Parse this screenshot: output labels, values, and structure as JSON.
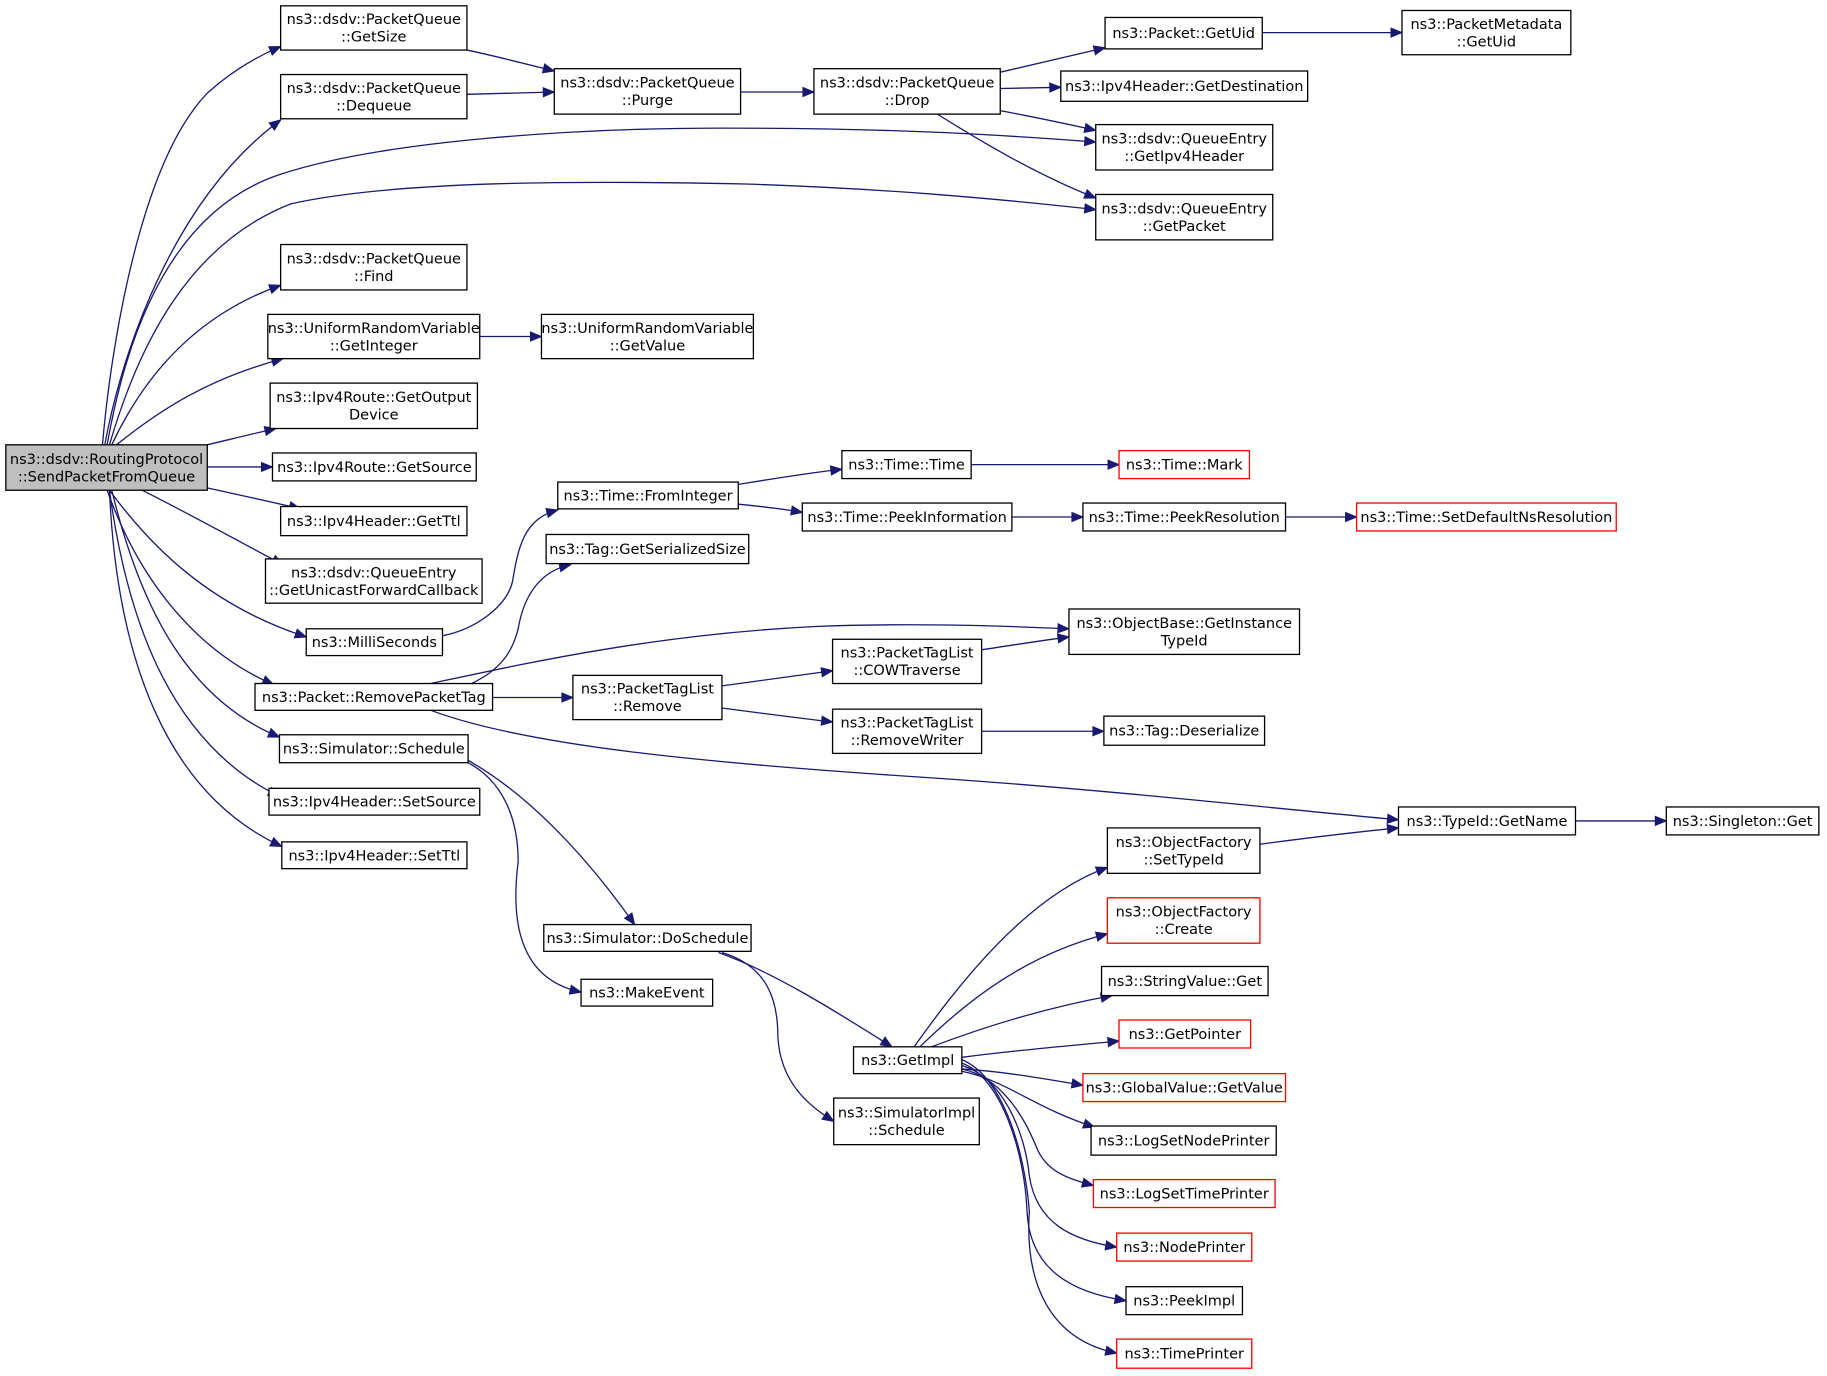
{
  "diagram": {
    "type": "doxygen-call-graph",
    "colors": {
      "edge": "#191970",
      "node_border": "#000000",
      "node_border_undocumented": "#ff0000",
      "root_fill": "#bfbfbf"
    },
    "nodes": [
      {
        "id": "root",
        "lines": [
          "ns3::dsdv::RoutingProtocol",
          "::SendPacketFromQueue"
        ],
        "kind": "root"
      },
      {
        "id": "pq-getsize",
        "lines": [
          "ns3::dsdv::PacketQueue",
          "::GetSize"
        ],
        "kind": "normal"
      },
      {
        "id": "pq-dequeue",
        "lines": [
          "ns3::dsdv::PacketQueue",
          "::Dequeue"
        ],
        "kind": "normal"
      },
      {
        "id": "pq-purge",
        "lines": [
          "ns3::dsdv::PacketQueue",
          "::Purge"
        ],
        "kind": "normal"
      },
      {
        "id": "pq-drop",
        "lines": [
          "ns3::dsdv::PacketQueue",
          "::Drop"
        ],
        "kind": "normal"
      },
      {
        "id": "packet-getuid",
        "lines": [
          "ns3::Packet::GetUid"
        ],
        "kind": "normal"
      },
      {
        "id": "pmeta-getuid",
        "lines": [
          "ns3::PacketMetadata",
          "::GetUid"
        ],
        "kind": "normal"
      },
      {
        "id": "ipv4h-getdest",
        "lines": [
          "ns3::Ipv4Header::GetDestination"
        ],
        "kind": "normal"
      },
      {
        "id": "qe-getipv4header",
        "lines": [
          "ns3::dsdv::QueueEntry",
          "::GetIpv4Header"
        ],
        "kind": "normal"
      },
      {
        "id": "qe-getpacket",
        "lines": [
          "ns3::dsdv::QueueEntry",
          "::GetPacket"
        ],
        "kind": "normal"
      },
      {
        "id": "pq-find",
        "lines": [
          "ns3::dsdv::PacketQueue",
          "::Find"
        ],
        "kind": "normal"
      },
      {
        "id": "urv-getinteger",
        "lines": [
          "ns3::UniformRandomVariable",
          "::GetInteger"
        ],
        "kind": "normal"
      },
      {
        "id": "urv-getvalue",
        "lines": [
          "ns3::UniformRandomVariable",
          "::GetValue"
        ],
        "kind": "normal"
      },
      {
        "id": "route-getoutput",
        "lines": [
          "ns3::Ipv4Route::GetOutput",
          "Device"
        ],
        "kind": "normal"
      },
      {
        "id": "route-getsource",
        "lines": [
          "ns3::Ipv4Route::GetSource"
        ],
        "kind": "normal"
      },
      {
        "id": "ipv4h-getttl",
        "lines": [
          "ns3::Ipv4Header::GetTtl"
        ],
        "kind": "normal"
      },
      {
        "id": "qe-getucb",
        "lines": [
          "ns3::dsdv::QueueEntry",
          "::GetUnicastForwardCallback"
        ],
        "kind": "normal"
      },
      {
        "id": "milliseconds",
        "lines": [
          "ns3::MilliSeconds"
        ],
        "kind": "normal"
      },
      {
        "id": "time-fromint",
        "lines": [
          "ns3::Time::FromInteger"
        ],
        "kind": "normal"
      },
      {
        "id": "time-time",
        "lines": [
          "ns3::Time::Time"
        ],
        "kind": "normal"
      },
      {
        "id": "time-mark",
        "lines": [
          "ns3::Time::Mark"
        ],
        "kind": "undocumented"
      },
      {
        "id": "time-peekinfo",
        "lines": [
          "ns3::Time::PeekInformation"
        ],
        "kind": "normal"
      },
      {
        "id": "time-peekres",
        "lines": [
          "ns3::Time::PeekResolution"
        ],
        "kind": "normal"
      },
      {
        "id": "time-setdefault",
        "lines": [
          "ns3::Time::SetDefaultNsResolution"
        ],
        "kind": "undocumented"
      },
      {
        "id": "tag-getsersize",
        "lines": [
          "ns3::Tag::GetSerializedSize"
        ],
        "kind": "normal"
      },
      {
        "id": "packet-removetag",
        "lines": [
          "ns3::Packet::RemovePacketTag"
        ],
        "kind": "normal"
      },
      {
        "id": "objbase-getinst",
        "lines": [
          "ns3::ObjectBase::GetInstance",
          "TypeId"
        ],
        "kind": "normal"
      },
      {
        "id": "ptl-cow",
        "lines": [
          "ns3::PacketTagList",
          "::COWTraverse"
        ],
        "kind": "normal"
      },
      {
        "id": "ptl-remove",
        "lines": [
          "ns3::PacketTagList",
          "::Remove"
        ],
        "kind": "normal"
      },
      {
        "id": "ptl-removewriter",
        "lines": [
          "ns3::PacketTagList",
          "::RemoveWriter"
        ],
        "kind": "normal"
      },
      {
        "id": "tag-deserialize",
        "lines": [
          "ns3::Tag::Deserialize"
        ],
        "kind": "normal"
      },
      {
        "id": "sim-schedule",
        "lines": [
          "ns3::Simulator::Schedule"
        ],
        "kind": "normal"
      },
      {
        "id": "typeid-getname",
        "lines": [
          "ns3::TypeId::GetName"
        ],
        "kind": "normal"
      },
      {
        "id": "singleton-get",
        "lines": [
          "ns3::Singleton::Get"
        ],
        "kind": "normal"
      },
      {
        "id": "ipv4h-setsource",
        "lines": [
          "ns3::Ipv4Header::SetSource"
        ],
        "kind": "normal"
      },
      {
        "id": "ipv4h-setttl",
        "lines": [
          "ns3::Ipv4Header::SetTtl"
        ],
        "kind": "normal"
      },
      {
        "id": "of-settypeid",
        "lines": [
          "ns3::ObjectFactory",
          "::SetTypeId"
        ],
        "kind": "normal"
      },
      {
        "id": "of-create",
        "lines": [
          "ns3::ObjectFactory",
          "::Create"
        ],
        "kind": "undocumented"
      },
      {
        "id": "sim-doschedule",
        "lines": [
          "ns3::Simulator::DoSchedule"
        ],
        "kind": "normal"
      },
      {
        "id": "stringvalue-get",
        "lines": [
          "ns3::StringValue::Get"
        ],
        "kind": "normal"
      },
      {
        "id": "makeevent",
        "lines": [
          "ns3::MakeEvent"
        ],
        "kind": "normal"
      },
      {
        "id": "getpointer",
        "lines": [
          "ns3::GetPointer"
        ],
        "kind": "undocumented"
      },
      {
        "id": "getimpl",
        "lines": [
          "ns3::GetImpl"
        ],
        "kind": "normal"
      },
      {
        "id": "globalvalue-getvalue",
        "lines": [
          "ns3::GlobalValue::GetValue"
        ],
        "kind": "undocumented"
      },
      {
        "id": "simimpl-schedule",
        "lines": [
          "ns3::SimulatorImpl",
          "::Schedule"
        ],
        "kind": "normal"
      },
      {
        "id": "logsetnodeprinter",
        "lines": [
          "ns3::LogSetNodePrinter"
        ],
        "kind": "normal"
      },
      {
        "id": "logsettimeprinter",
        "lines": [
          "ns3::LogSetTimePrinter"
        ],
        "kind": "undocumented"
      },
      {
        "id": "nodeprinter",
        "lines": [
          "ns3::NodePrinter"
        ],
        "kind": "undocumented"
      },
      {
        "id": "peekimpl",
        "lines": [
          "ns3::PeekImpl"
        ],
        "kind": "normal"
      },
      {
        "id": "timeprinter",
        "lines": [
          "ns3::TimePrinter"
        ],
        "kind": "undocumented"
      }
    ],
    "edges": [
      {
        "from": "root",
        "to": "pq-getsize"
      },
      {
        "from": "root",
        "to": "pq-dequeue"
      },
      {
        "from": "root",
        "to": "qe-getipv4header"
      },
      {
        "from": "root",
        "to": "qe-getpacket"
      },
      {
        "from": "root",
        "to": "pq-find"
      },
      {
        "from": "root",
        "to": "urv-getinteger"
      },
      {
        "from": "root",
        "to": "route-getoutput"
      },
      {
        "from": "root",
        "to": "route-getsource"
      },
      {
        "from": "root",
        "to": "ipv4h-getttl"
      },
      {
        "from": "root",
        "to": "qe-getucb"
      },
      {
        "from": "root",
        "to": "milliseconds"
      },
      {
        "from": "root",
        "to": "packet-removetag"
      },
      {
        "from": "root",
        "to": "sim-schedule"
      },
      {
        "from": "root",
        "to": "ipv4h-setsource"
      },
      {
        "from": "root",
        "to": "ipv4h-setttl"
      },
      {
        "from": "pq-getsize",
        "to": "pq-purge"
      },
      {
        "from": "pq-dequeue",
        "to": "pq-purge"
      },
      {
        "from": "pq-purge",
        "to": "pq-drop"
      },
      {
        "from": "pq-drop",
        "to": "packet-getuid"
      },
      {
        "from": "pq-drop",
        "to": "ipv4h-getdest"
      },
      {
        "from": "pq-drop",
        "to": "qe-getipv4header"
      },
      {
        "from": "pq-drop",
        "to": "qe-getpacket"
      },
      {
        "from": "packet-getuid",
        "to": "pmeta-getuid"
      },
      {
        "from": "urv-getinteger",
        "to": "urv-getvalue"
      },
      {
        "from": "milliseconds",
        "to": "time-fromint"
      },
      {
        "from": "time-fromint",
        "to": "time-time"
      },
      {
        "from": "time-fromint",
        "to": "time-peekinfo"
      },
      {
        "from": "time-time",
        "to": "time-mark"
      },
      {
        "from": "time-peekinfo",
        "to": "time-peekres"
      },
      {
        "from": "time-peekres",
        "to": "time-setdefault"
      },
      {
        "from": "packet-removetag",
        "to": "tag-getsersize"
      },
      {
        "from": "packet-removetag",
        "to": "objbase-getinst"
      },
      {
        "from": "packet-removetag",
        "to": "ptl-remove"
      },
      {
        "from": "packet-removetag",
        "to": "typeid-getname"
      },
      {
        "from": "ptl-remove",
        "to": "ptl-cow"
      },
      {
        "from": "ptl-remove",
        "to": "ptl-removewriter"
      },
      {
        "from": "ptl-cow",
        "to": "objbase-getinst"
      },
      {
        "from": "ptl-removewriter",
        "to": "tag-deserialize"
      },
      {
        "from": "typeid-getname",
        "to": "singleton-get"
      },
      {
        "from": "sim-schedule",
        "to": "sim-doschedule"
      },
      {
        "from": "sim-schedule",
        "to": "makeevent"
      },
      {
        "from": "sim-doschedule",
        "to": "getimpl"
      },
      {
        "from": "sim-doschedule",
        "to": "simimpl-schedule"
      },
      {
        "from": "getimpl",
        "to": "of-settypeid"
      },
      {
        "from": "getimpl",
        "to": "of-create"
      },
      {
        "from": "getimpl",
        "to": "stringvalue-get"
      },
      {
        "from": "getimpl",
        "to": "getpointer"
      },
      {
        "from": "getimpl",
        "to": "globalvalue-getvalue"
      },
      {
        "from": "getimpl",
        "to": "logsetnodeprinter"
      },
      {
        "from": "getimpl",
        "to": "logsettimeprinter"
      },
      {
        "from": "getimpl",
        "to": "nodeprinter"
      },
      {
        "from": "getimpl",
        "to": "peekimpl"
      },
      {
        "from": "getimpl",
        "to": "timeprinter"
      },
      {
        "from": "of-settypeid",
        "to": "typeid-getname"
      }
    ]
  }
}
